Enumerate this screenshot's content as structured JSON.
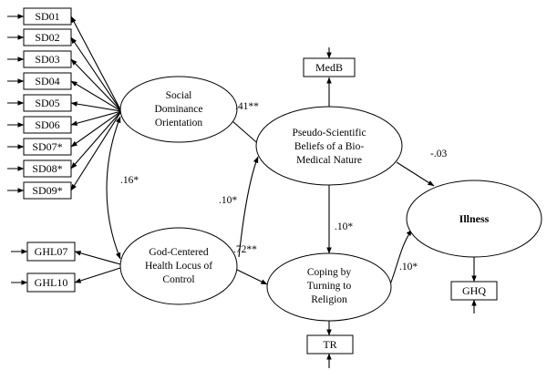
{
  "indicators_sdo": [
    "SD01",
    "SD02",
    "SD03",
    "SD04",
    "SD05",
    "SD06",
    "SD07*",
    "SD08*",
    "SD09*"
  ],
  "indicators_ghl": [
    "GHL07",
    "GHL10"
  ],
  "indicator_medb": "MedB",
  "indicator_tr": "TR",
  "indicator_ghq": "GHQ",
  "latent": {
    "sdo": [
      "Social",
      "Dominance",
      "Orientation"
    ],
    "psb": [
      "Pseudo-Scientific",
      "Beliefs of a Bio-",
      "Medical Nature"
    ],
    "ghl": [
      "God-Centered",
      "Health Locus of",
      "Control"
    ],
    "ctr": [
      "Coping by",
      "Turning to",
      "Religion"
    ],
    "ill": "Illness"
  },
  "coefficients": {
    "sdo_psb": ".41**",
    "sdo_ghl": ".16*",
    "ghl_psb": ".10*",
    "ghl_ctr": ".72**",
    "psb_ctr": ".10*",
    "psb_ill": "-.03",
    "ctr_ill": ".10*"
  }
}
